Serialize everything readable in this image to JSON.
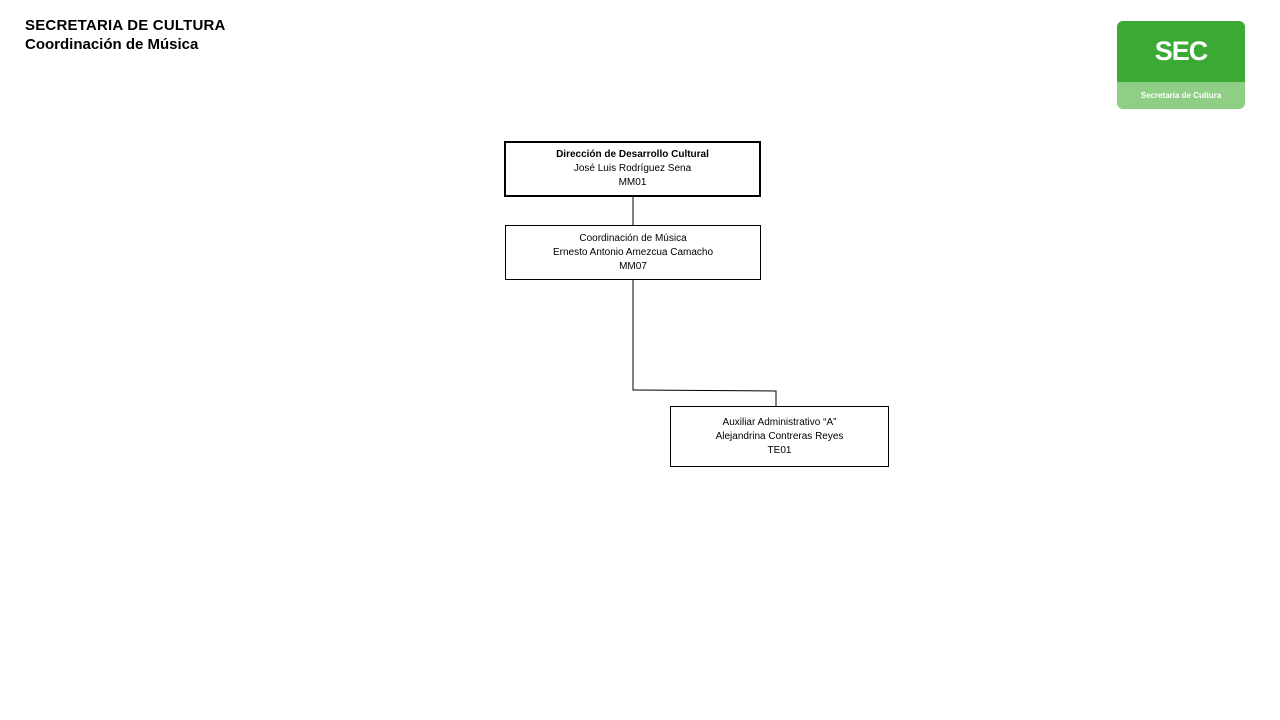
{
  "header": {
    "title": "SECRETARIA DE CULTURA",
    "subtitle": "Coordinación de Música"
  },
  "logo": {
    "main_text": "SEC",
    "sub_text": "Secretaría de Cultura",
    "colors": {
      "top": "#3aaa35",
      "bottom": "#8fce85"
    }
  },
  "org_chart": {
    "nodes": [
      {
        "id": "direccion",
        "title": "Dirección  de Desarrollo Cultural",
        "name": "José Luis Rodríguez Sena",
        "code": "MM01"
      },
      {
        "id": "coordinacion",
        "title": "Coordinación de Música",
        "name": "Ernesto Antonio Amezcua Camacho",
        "code": "MM07"
      },
      {
        "id": "auxiliar",
        "title": "Auxiliar Administrativo “A”",
        "name": "Alejandrina Contreras Reyes",
        "code": "TE01"
      }
    ],
    "edges": [
      {
        "from": "direccion",
        "to": "coordinacion"
      },
      {
        "from": "coordinacion",
        "to": "auxiliar"
      }
    ]
  }
}
